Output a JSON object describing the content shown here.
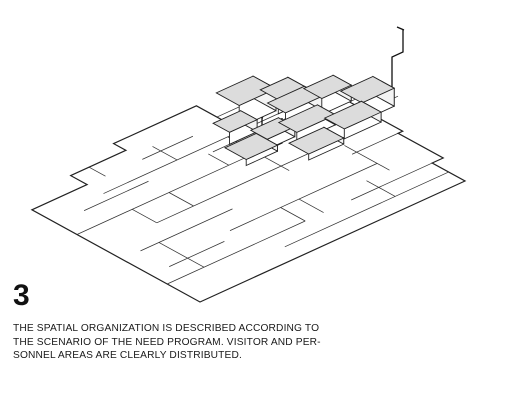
{
  "step": {
    "number": "3"
  },
  "caption": {
    "lines": [
      "THE SPATIAL ORGANIZATION IS DESCRIBED ACCORDING TO",
      "THE SCENARIO OF THE NEED PROGRAM. VISITOR AND PER-",
      "SONNEL AREAS ARE CLEARLY DISTRIBUTED."
    ]
  },
  "colors": {
    "line": "#333333",
    "volume_top": "#dcdcdc",
    "text": "#1a1a1a"
  }
}
